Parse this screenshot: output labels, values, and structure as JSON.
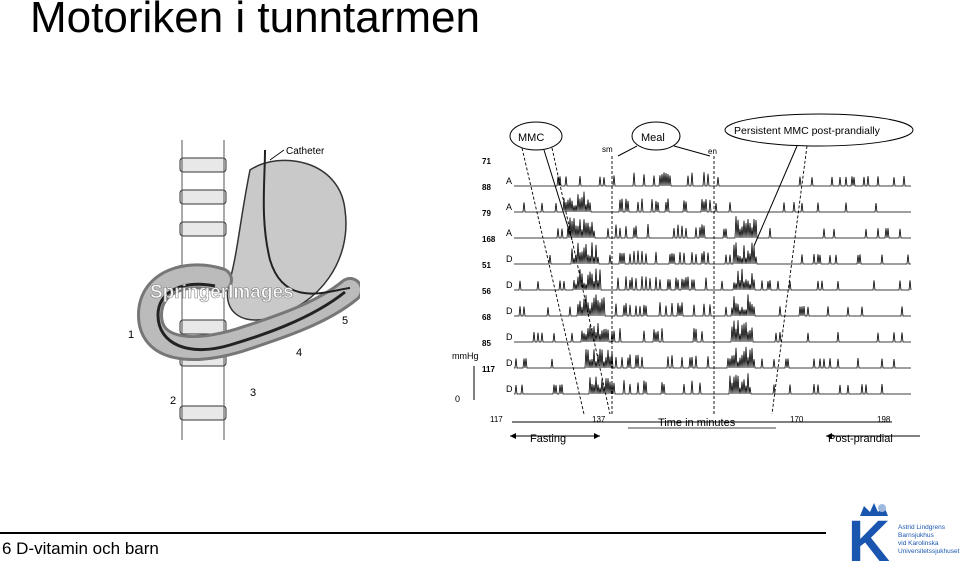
{
  "title": "Motoriken i tunntarmen",
  "footer": {
    "text": "6 D-vitamin och barn"
  },
  "logo": {
    "letter": "K",
    "lines": [
      "Astrid Lindgrens",
      "Barnsjukhus",
      "vid Karolinska",
      "Universitetssjukhuset"
    ]
  },
  "anatomy": {
    "catheter_label": "Catheter",
    "watermark": "SpringerImages",
    "numbers": [
      "1",
      "2",
      "3",
      "4",
      "5"
    ]
  },
  "manometry": {
    "callouts": {
      "mmc": "MMC",
      "meal": "Meal",
      "persistent": "Persistent MMC post-prandially"
    },
    "markers": {
      "start": "sm",
      "end": "en"
    },
    "channel_values": [
      "71",
      "88",
      "79",
      "168",
      "51",
      "56",
      "68",
      "85",
      "117"
    ],
    "channel_letters": [
      "A",
      "A",
      "A",
      "D",
      "D",
      "D",
      "D",
      "D",
      "D"
    ],
    "scale_label": "mmHg",
    "scale_value": "0",
    "x_ticks": [
      "117",
      "137",
      "170",
      "198"
    ],
    "x_axis_label": "Time in minutes",
    "phases": {
      "fasting": "Fasting",
      "postprandial": "Post-prandial"
    }
  }
}
